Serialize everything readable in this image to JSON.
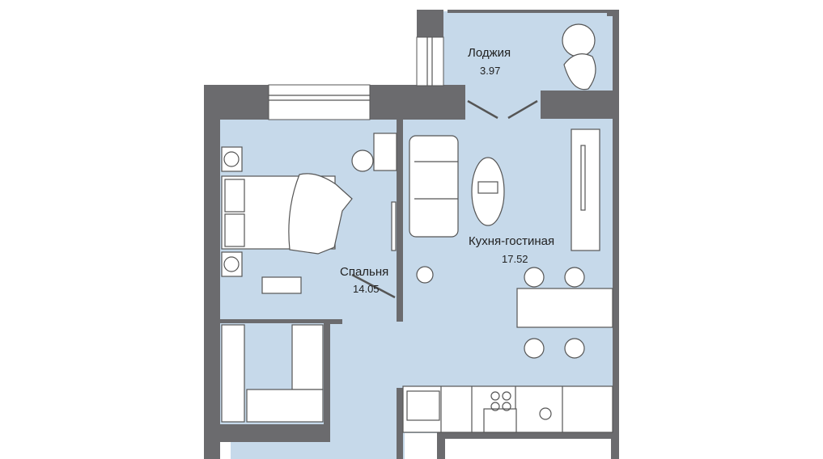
{
  "colors": {
    "wall": "#6b6b6e",
    "floor": "#c6d9ea",
    "furniture": "#ffffff",
    "line": "#555555"
  },
  "rooms": [
    {
      "name": "Лоджия",
      "area": "3.97"
    },
    {
      "name": "Кухня-гостиная",
      "area": "17.52"
    },
    {
      "name": "Спальня",
      "area": "14.05"
    }
  ]
}
